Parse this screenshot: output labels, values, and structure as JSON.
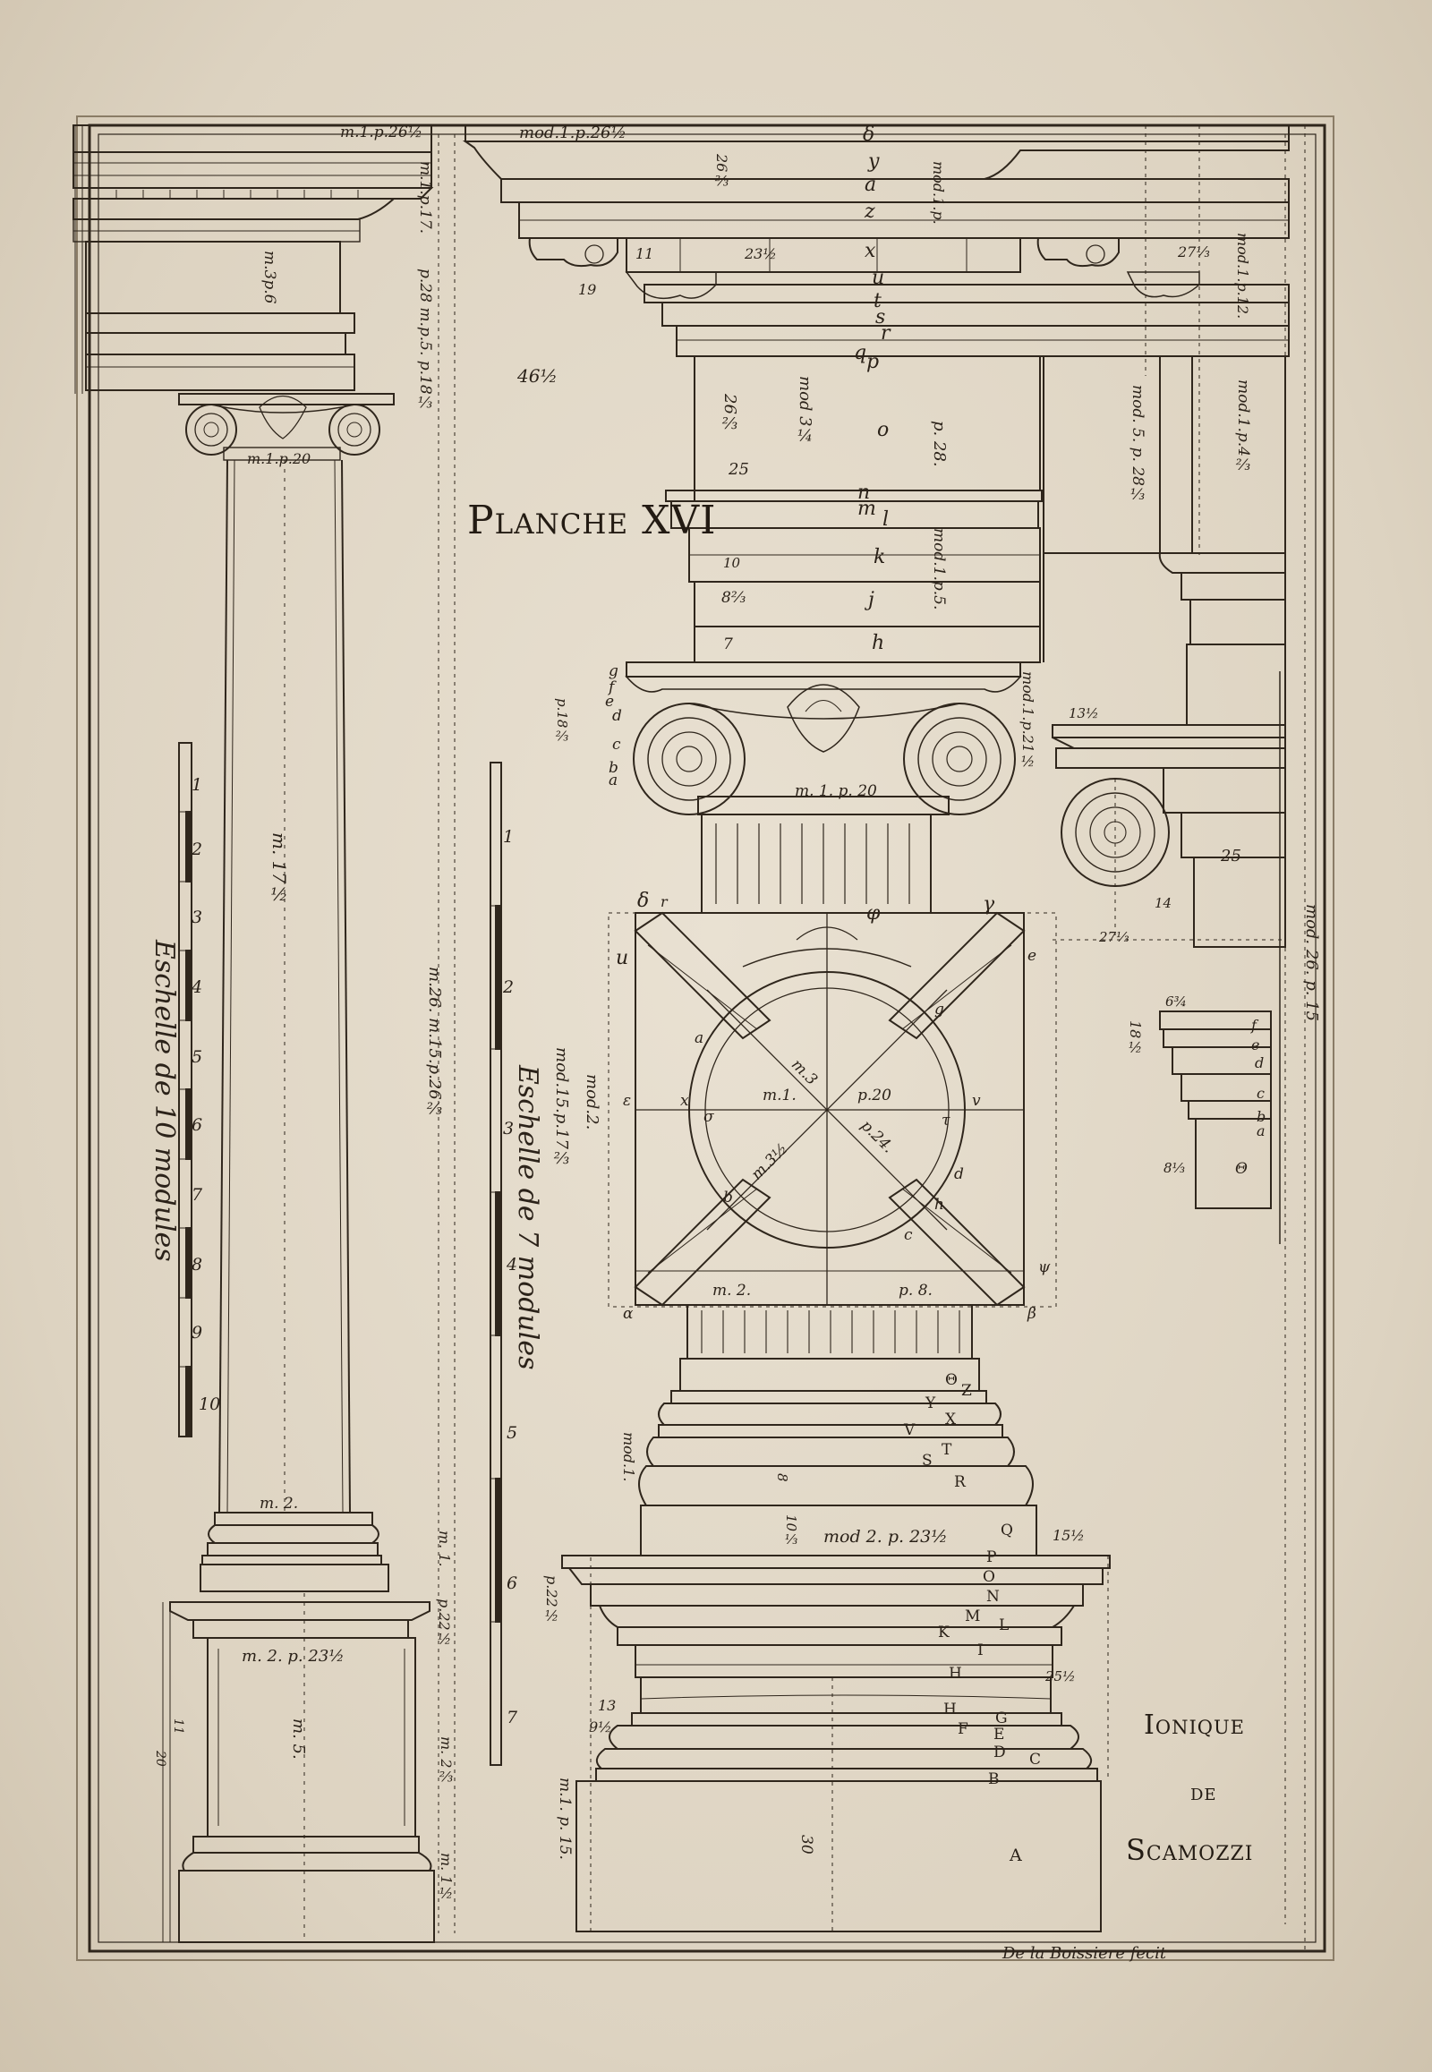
{
  "plate": {
    "title": "Planche XVI",
    "order_line1": "Ionique",
    "order_line2": "de",
    "order_line3": "Scamozzi",
    "engraver": "De la Boissiere fecit"
  },
  "scales": {
    "scale10_label": "Eschelle de 10 modules",
    "scale10_numbers": [
      "1",
      "2",
      "3",
      "4",
      "5",
      "6",
      "7",
      "8",
      "9",
      "10"
    ],
    "scale7_label": "Eschelle de 7 modules",
    "scale7_numbers": [
      "1",
      "2",
      "3",
      "4",
      "5",
      "6",
      "7"
    ]
  },
  "left_dims": {
    "top": "m.1.p.26½",
    "d1": "m.1.p.17.",
    "d2": "m.3p.6",
    "d3": "p.28 m.p.5. p.18⅓",
    "capital": "m.1.p.20",
    "shaft": "m. 17½",
    "shaft_right": "m.26. m.15.p.26⅔",
    "neck": "m. 2.",
    "base_width": "m. 2. p. 23½",
    "ped": "m. 5.",
    "r1": "m. 1.",
    "r2": "p.22½",
    "r3": "m. 2⅔",
    "r4": "m. 1½",
    "n1": "11",
    "n2": "20"
  },
  "entablature": {
    "top": "mod.1.p.26½",
    "m1": "26⅔",
    "m2": "mod.1.p.",
    "m3": "11",
    "m4": "23½",
    "m5": "19",
    "m6": "46½",
    "m7": "mod.1.p.12.",
    "m8": "27⅓",
    "greek": [
      "δ",
      "y",
      "a",
      "z",
      "x",
      "u",
      "t",
      "s",
      "r",
      "q",
      "p"
    ]
  },
  "column_top": {
    "frieze_a": "mod 3¼",
    "frieze_b": "26⅔",
    "frieze_c": "25",
    "frieze_d": "p. 28.",
    "frieze_e": "mod. 5. p. 28⅓",
    "frieze_f": "mod.1.p.4⅔",
    "arch_a": "mod.1.p.5.",
    "arch_b": "8⅔",
    "arch_c": "10",
    "arch_d": "7",
    "cap_width": "m. 1. p. 20",
    "cap_side": "mod.1.p.21½",
    "cap_side2": "p.18⅔",
    "letters_top": [
      "o",
      "n",
      "m",
      "l",
      "k",
      "j",
      "h"
    ],
    "letters_cap": [
      "g",
      "f",
      "e",
      "d",
      "c",
      "b",
      "a"
    ]
  },
  "plan": {
    "m1": "m.1.",
    "m2": "p.20",
    "m3": "m.3",
    "m4": "m.3½",
    "m5": "p.24.",
    "bottom_a": "m. 2.",
    "bottom_b": "p. 8.",
    "left_dim": "mod.15.p.17⅔",
    "left_dim2": "mod.2.",
    "letters": [
      "δ",
      "r",
      "φ",
      "γ",
      "u",
      "e",
      "x",
      "v",
      "σ",
      "ε",
      "τ",
      "α",
      "β",
      "ψ",
      "a",
      "b",
      "c",
      "d",
      "g",
      "h"
    ]
  },
  "side_profile": {
    "a": "13½",
    "b": "25",
    "c": "14",
    "d": "27⅓",
    "e": "mod. 26. p. 15",
    "f": "6¾",
    "g": "18½",
    "h": "8⅓",
    "letters": [
      "f",
      "e",
      "d",
      "c",
      "b",
      "a",
      "Θ"
    ]
  },
  "base": {
    "b1": "mod.1.",
    "b2": "mod 2. p. 23½",
    "b3": "15½",
    "b4": "p.22½",
    "b5": "25½",
    "b6": "13",
    "b7": "9½",
    "b8": "m.1. p. 15.",
    "b9": "30",
    "b10": "10⅓",
    "b11": "8",
    "letters": [
      "Θ",
      "Z",
      "Y",
      "X",
      "V",
      "T",
      "S",
      "R",
      "Q",
      "P",
      "O",
      "N",
      "M",
      "L",
      "K",
      "I",
      "H",
      "H",
      "G",
      "F",
      "E",
      "D",
      "C",
      "B",
      "A"
    ]
  }
}
